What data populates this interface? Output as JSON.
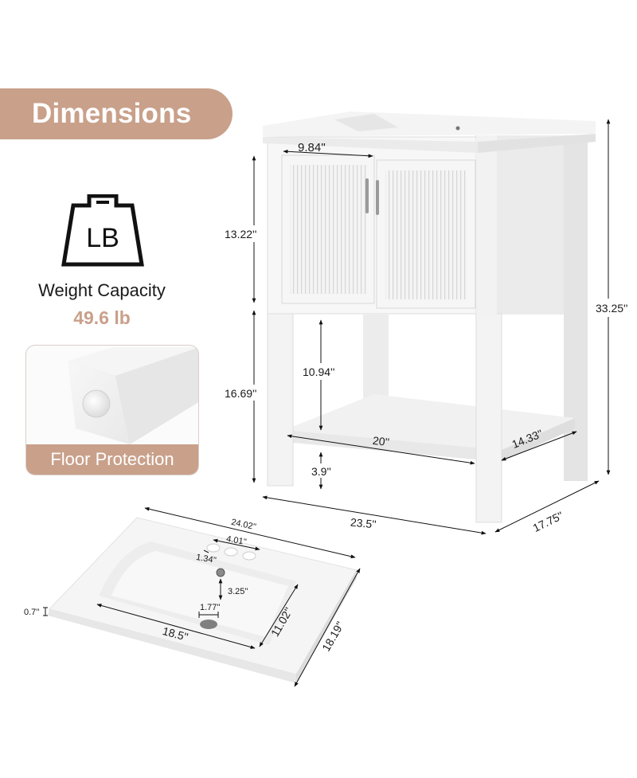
{
  "header": {
    "title": "Dimensions"
  },
  "colors": {
    "accent": "#c9a08a",
    "text": "#1a1a1a",
    "product": "#f2f2f2",
    "background": "#ffffff"
  },
  "weight": {
    "icon": "weight-lb-icon",
    "icon_text": "LB",
    "label": "Weight Capacity",
    "value": "49.6 lb"
  },
  "feature": {
    "icon": "leg-foot-pad-image",
    "label": "Floor Protection"
  },
  "vanity": {
    "dimensions": {
      "door_width": "9.84''",
      "cabinet_height": "13.22''",
      "leg_height": "16.69''",
      "shelf_clearance": "10.94''",
      "shelf_width": "20''",
      "shelf_depth": "14.33''",
      "shelf_floor_gap": "3.9''",
      "total_height": "33.25''",
      "total_width": "23.5''",
      "total_depth": "17.75''"
    }
  },
  "sink": {
    "dimensions": {
      "top_width": "24.02''",
      "faucet_spread": "4.01''",
      "faucet_hole": "1.34''",
      "overflow_to_drain": "3.25''",
      "drain_diameter": "1.77''",
      "bowl_width": "18.5''",
      "bowl_depth": "11.02''",
      "top_depth": "18.19''",
      "top_thickness": "0.7''"
    }
  }
}
